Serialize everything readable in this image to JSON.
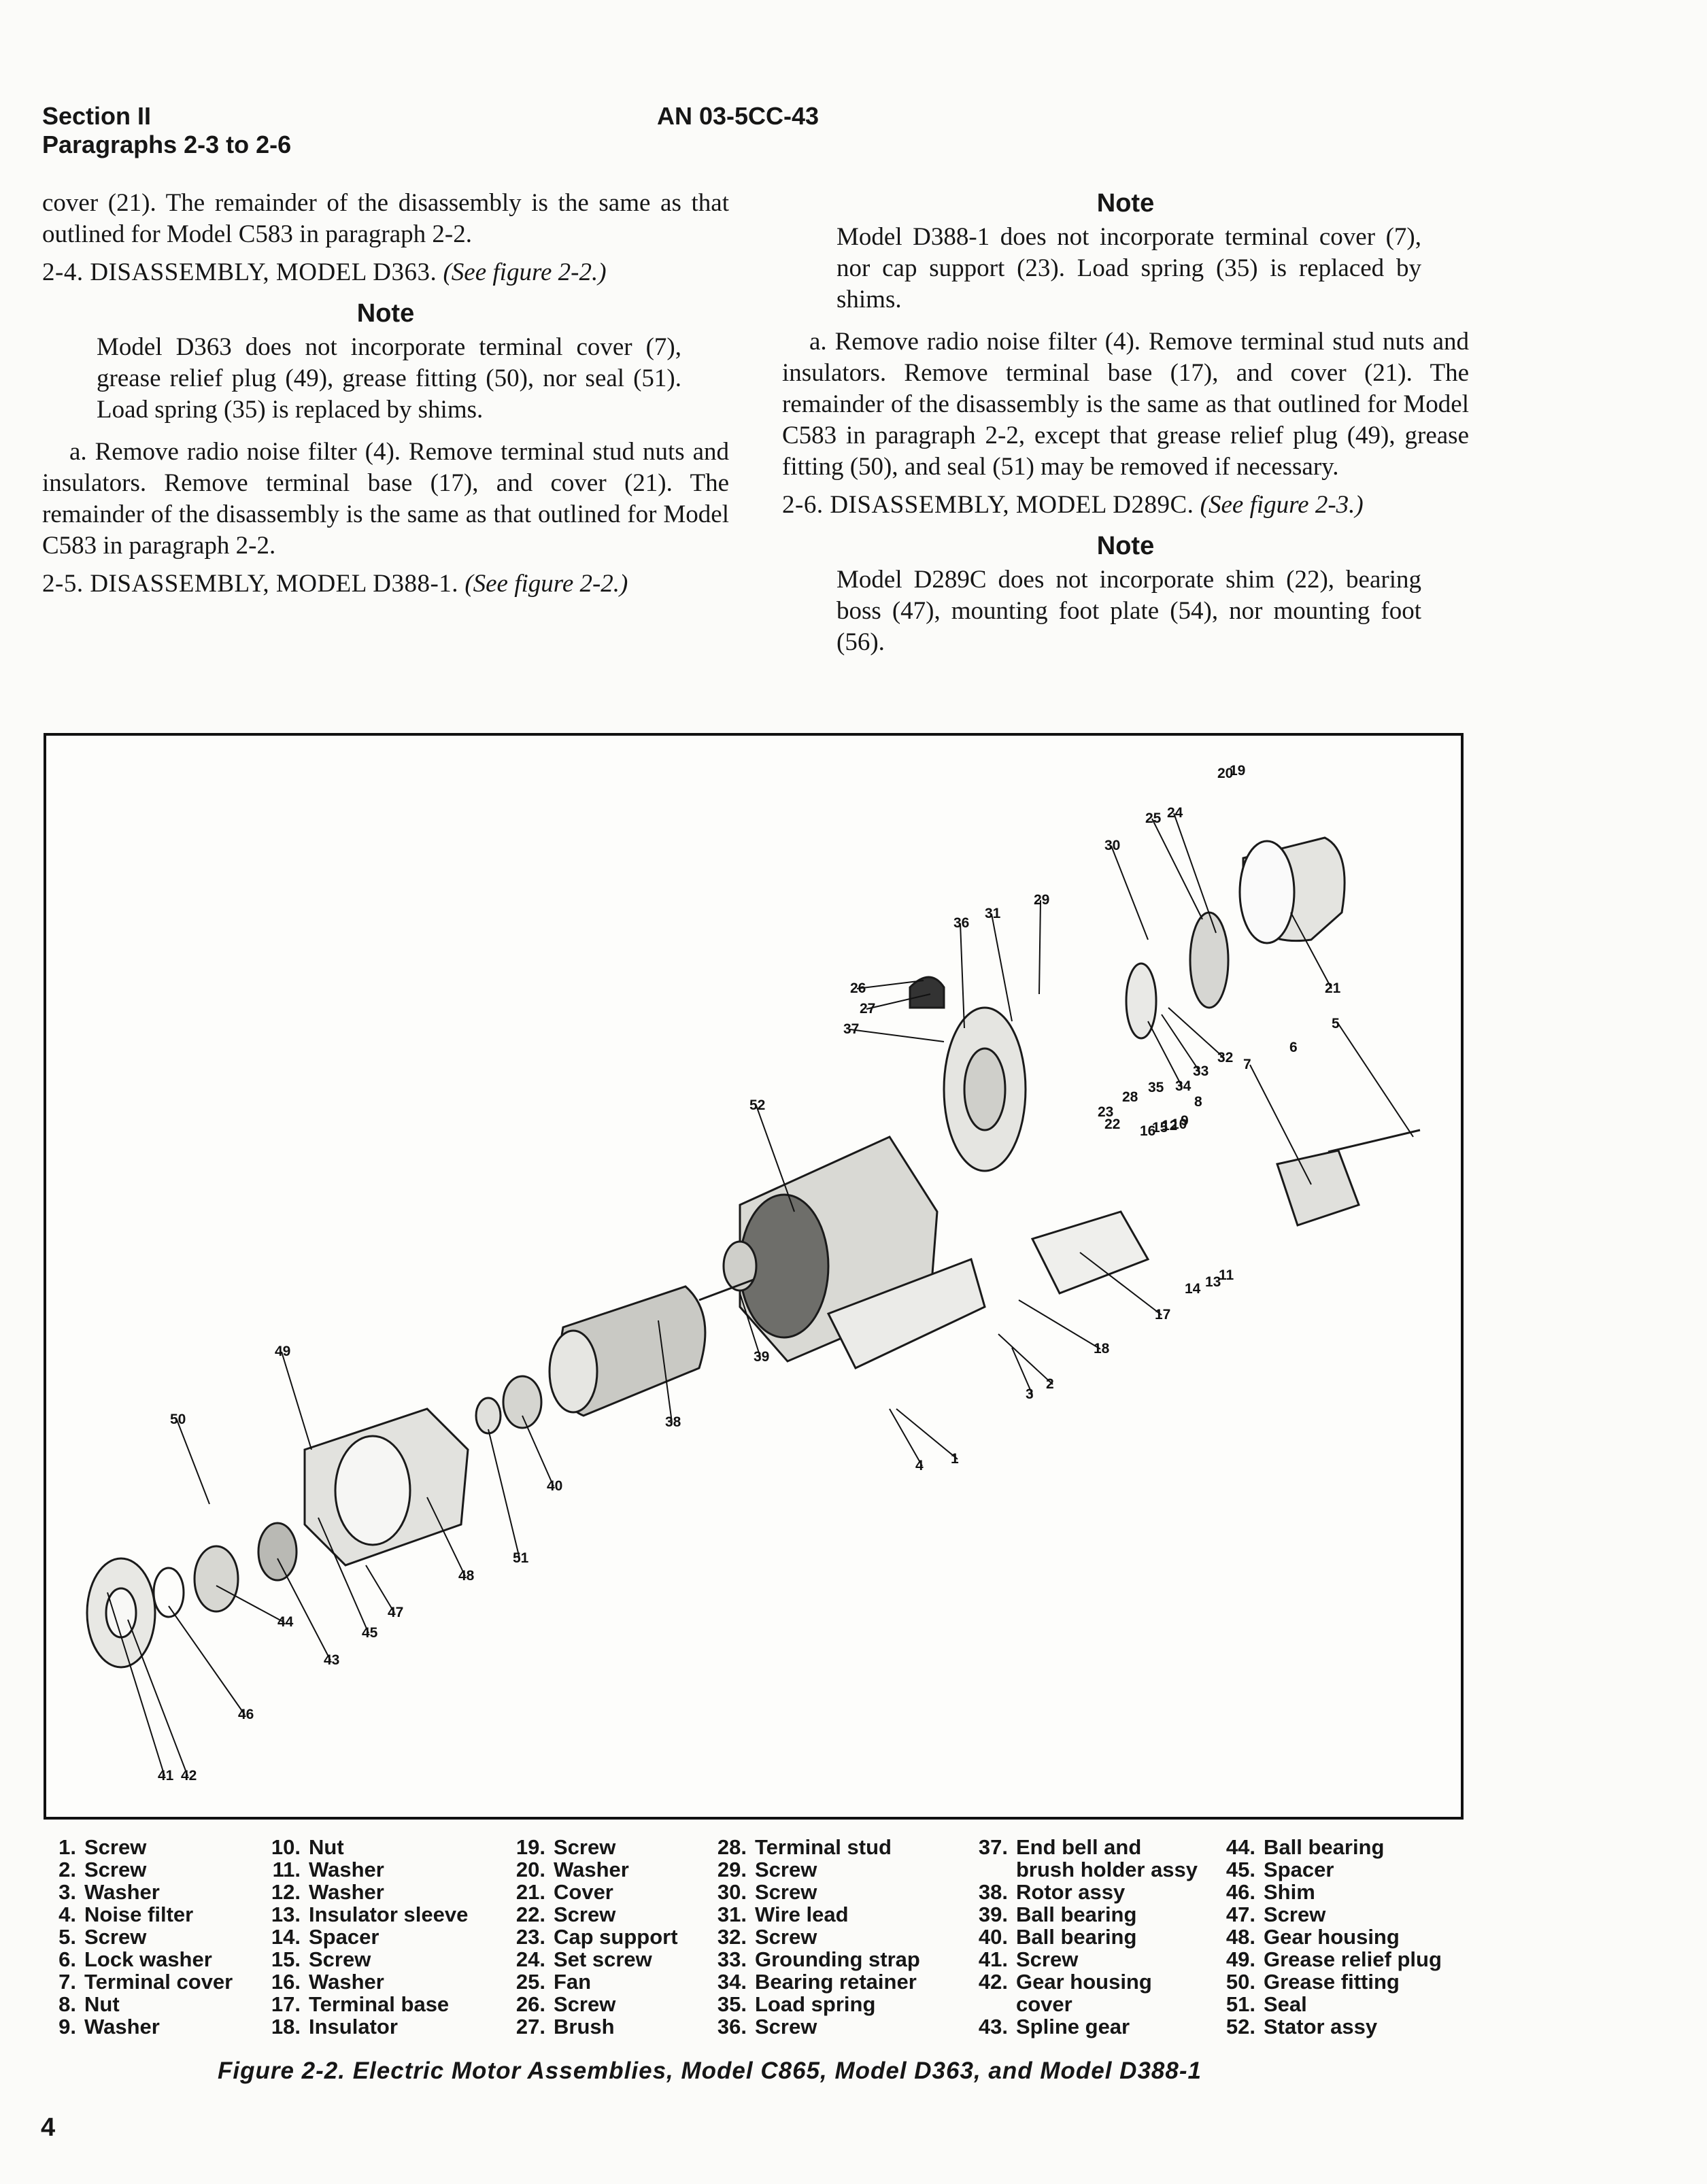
{
  "header": {
    "section": "Section II",
    "paragraphs": "Paragraphs 2-3 to 2-6",
    "doc_no": "AN 03-5CC-43"
  },
  "left_column": {
    "p1": "cover (21). The remainder of the disassembly is the same as that outlined for Model C583 in paragraph 2-2.",
    "h24_text": "2-4. DISASSEMBLY, MODEL D363.",
    "h24_ref": "(See figure 2-2.)",
    "note1_head": "Note",
    "note1_body": "Model D363 does not incorporate terminal cover (7), grease relief plug (49), grease fitting (50), nor seal (51). Load spring (35) is replaced by shims.",
    "p_a1": "a. Remove radio noise filter (4). Remove terminal stud nuts and insulators. Remove terminal base (17), and cover (21). The remainder of the disassembly is the same as that outlined for Model C583 in paragraph 2-2.",
    "h25_text": "2-5. DISASSEMBLY, MODEL D388-1.",
    "h25_ref": "(See figure 2-2.)"
  },
  "right_column": {
    "note2_head": "Note",
    "note2_body": "Model D388-1 does not incorporate terminal cover (7), nor cap support (23). Load spring (35) is replaced by shims.",
    "p_a2": "a. Remove radio noise filter (4). Remove terminal stud nuts and insulators. Remove terminal base (17), and cover (21). The remainder of the disassembly is the same as that outlined for Model C583 in paragraph 2-2, except that grease relief plug (49), grease fitting (50), and seal (51) may be removed if necessary.",
    "h26_text": "2-6. DISASSEMBLY, MODEL D289C.",
    "h26_ref": "(See figure 2-3.)",
    "note3_head": "Note",
    "note3_body": "Model D289C does not incorporate shim (22), bearing boss (47), mounting foot plate (54), nor mounting foot (56)."
  },
  "figure": {
    "callouts": [
      "1",
      "2",
      "3",
      "4",
      "5",
      "6",
      "7",
      "8",
      "9",
      "10",
      "11",
      "12",
      "13",
      "14",
      "15",
      "16",
      "17",
      "18",
      "19",
      "20",
      "21",
      "22",
      "23",
      "24",
      "25",
      "26",
      "27",
      "28",
      "29",
      "30",
      "31",
      "32",
      "33",
      "34",
      "35",
      "36",
      "37",
      "38",
      "39",
      "40",
      "41",
      "42",
      "43",
      "44",
      "45",
      "46",
      "47",
      "48",
      "49",
      "50",
      "51",
      "52"
    ]
  },
  "parts_list": {
    "col1": [
      {
        "n": "1.",
        "t": "Screw"
      },
      {
        "n": "2.",
        "t": "Screw"
      },
      {
        "n": "3.",
        "t": "Washer"
      },
      {
        "n": "4.",
        "t": "Noise filter"
      },
      {
        "n": "5.",
        "t": "Screw"
      },
      {
        "n": "6.",
        "t": "Lock washer"
      },
      {
        "n": "7.",
        "t": "Terminal cover"
      },
      {
        "n": "8.",
        "t": "Nut"
      },
      {
        "n": "9.",
        "t": "Washer"
      }
    ],
    "col2": [
      {
        "n": "10.",
        "t": "Nut"
      },
      {
        "n": "11.",
        "t": "Washer"
      },
      {
        "n": "12.",
        "t": "Washer"
      },
      {
        "n": "13.",
        "t": "Insulator sleeve"
      },
      {
        "n": "14.",
        "t": "Spacer"
      },
      {
        "n": "15.",
        "t": "Screw"
      },
      {
        "n": "16.",
        "t": "Washer"
      },
      {
        "n": "17.",
        "t": "Terminal base"
      },
      {
        "n": "18.",
        "t": "Insulator"
      }
    ],
    "col3": [
      {
        "n": "19.",
        "t": "Screw"
      },
      {
        "n": "20.",
        "t": "Washer"
      },
      {
        "n": "21.",
        "t": "Cover"
      },
      {
        "n": "22.",
        "t": "Screw"
      },
      {
        "n": "23.",
        "t": "Cap support"
      },
      {
        "n": "24.",
        "t": "Set screw"
      },
      {
        "n": "25.",
        "t": "Fan"
      },
      {
        "n": "26.",
        "t": "Screw"
      },
      {
        "n": "27.",
        "t": "Brush"
      }
    ],
    "col4": [
      {
        "n": "28.",
        "t": "Terminal stud"
      },
      {
        "n": "29.",
        "t": "Screw"
      },
      {
        "n": "30.",
        "t": "Screw"
      },
      {
        "n": "31.",
        "t": "Wire lead"
      },
      {
        "n": "32.",
        "t": "Screw"
      },
      {
        "n": "33.",
        "t": "Grounding strap"
      },
      {
        "n": "34.",
        "t": "Bearing retainer"
      },
      {
        "n": "35.",
        "t": "Load spring"
      },
      {
        "n": "36.",
        "t": "Screw"
      }
    ],
    "col5": [
      {
        "n": "37.",
        "t": "End bell and\nbrush holder assy"
      },
      {
        "n": "38.",
        "t": "Rotor assy"
      },
      {
        "n": "39.",
        "t": "Ball bearing"
      },
      {
        "n": "40.",
        "t": "Ball bearing"
      },
      {
        "n": "41.",
        "t": "Screw"
      },
      {
        "n": "42.",
        "t": "Gear housing\ncover"
      },
      {
        "n": "43.",
        "t": "Spline gear"
      }
    ],
    "col6": [
      {
        "n": "44.",
        "t": "Ball bearing"
      },
      {
        "n": "45.",
        "t": "Spacer"
      },
      {
        "n": "46.",
        "t": "Shim"
      },
      {
        "n": "47.",
        "t": "Screw"
      },
      {
        "n": "48.",
        "t": "Gear housing"
      },
      {
        "n": "49.",
        "t": "Grease relief plug"
      },
      {
        "n": "50.",
        "t": "Grease fitting"
      },
      {
        "n": "51.",
        "t": "Seal"
      },
      {
        "n": "52.",
        "t": "Stator assy"
      }
    ]
  },
  "caption": "Figure 2-2. Electric Motor Assemblies, Model C865, Model D363, and Model D388-1",
  "page_number": "4"
}
